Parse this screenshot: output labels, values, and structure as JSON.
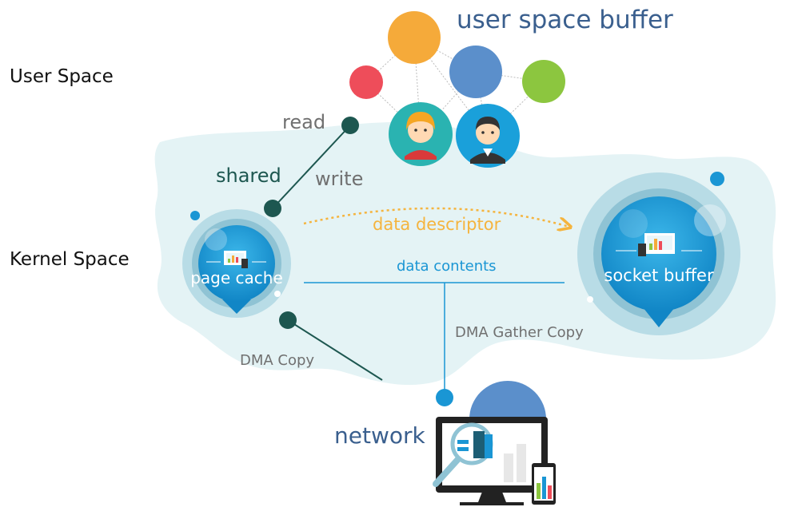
{
  "levels": {
    "user_space": "User Space",
    "kernel_space": "Kernel Space"
  },
  "user_space_buffer": {
    "title": "user space buffer"
  },
  "operations": {
    "read": "read",
    "shared": "shared",
    "write": "write"
  },
  "kernel": {
    "page_cache": "page cache",
    "socket_buffer": "socket buffer",
    "data_descriptor": "data descriptor",
    "data_contents": "data contents"
  },
  "transfers": {
    "dma_copy": "DMA Copy",
    "dma_gather_copy": "DMA Gather Copy"
  },
  "network": {
    "label": "network"
  },
  "colors": {
    "map_fill": "#e4f3f5",
    "accent_blue": "#1a96d4",
    "dark_teal": "#1d5750",
    "orange": "#f5aa3a",
    "descriptor_orange": "#f5b43e",
    "red": "#ee4d5a",
    "mid_blue": "#5b8fcb",
    "green": "#8cc63f",
    "text_gray": "#707070",
    "title_blue": "#3a5f8e"
  }
}
